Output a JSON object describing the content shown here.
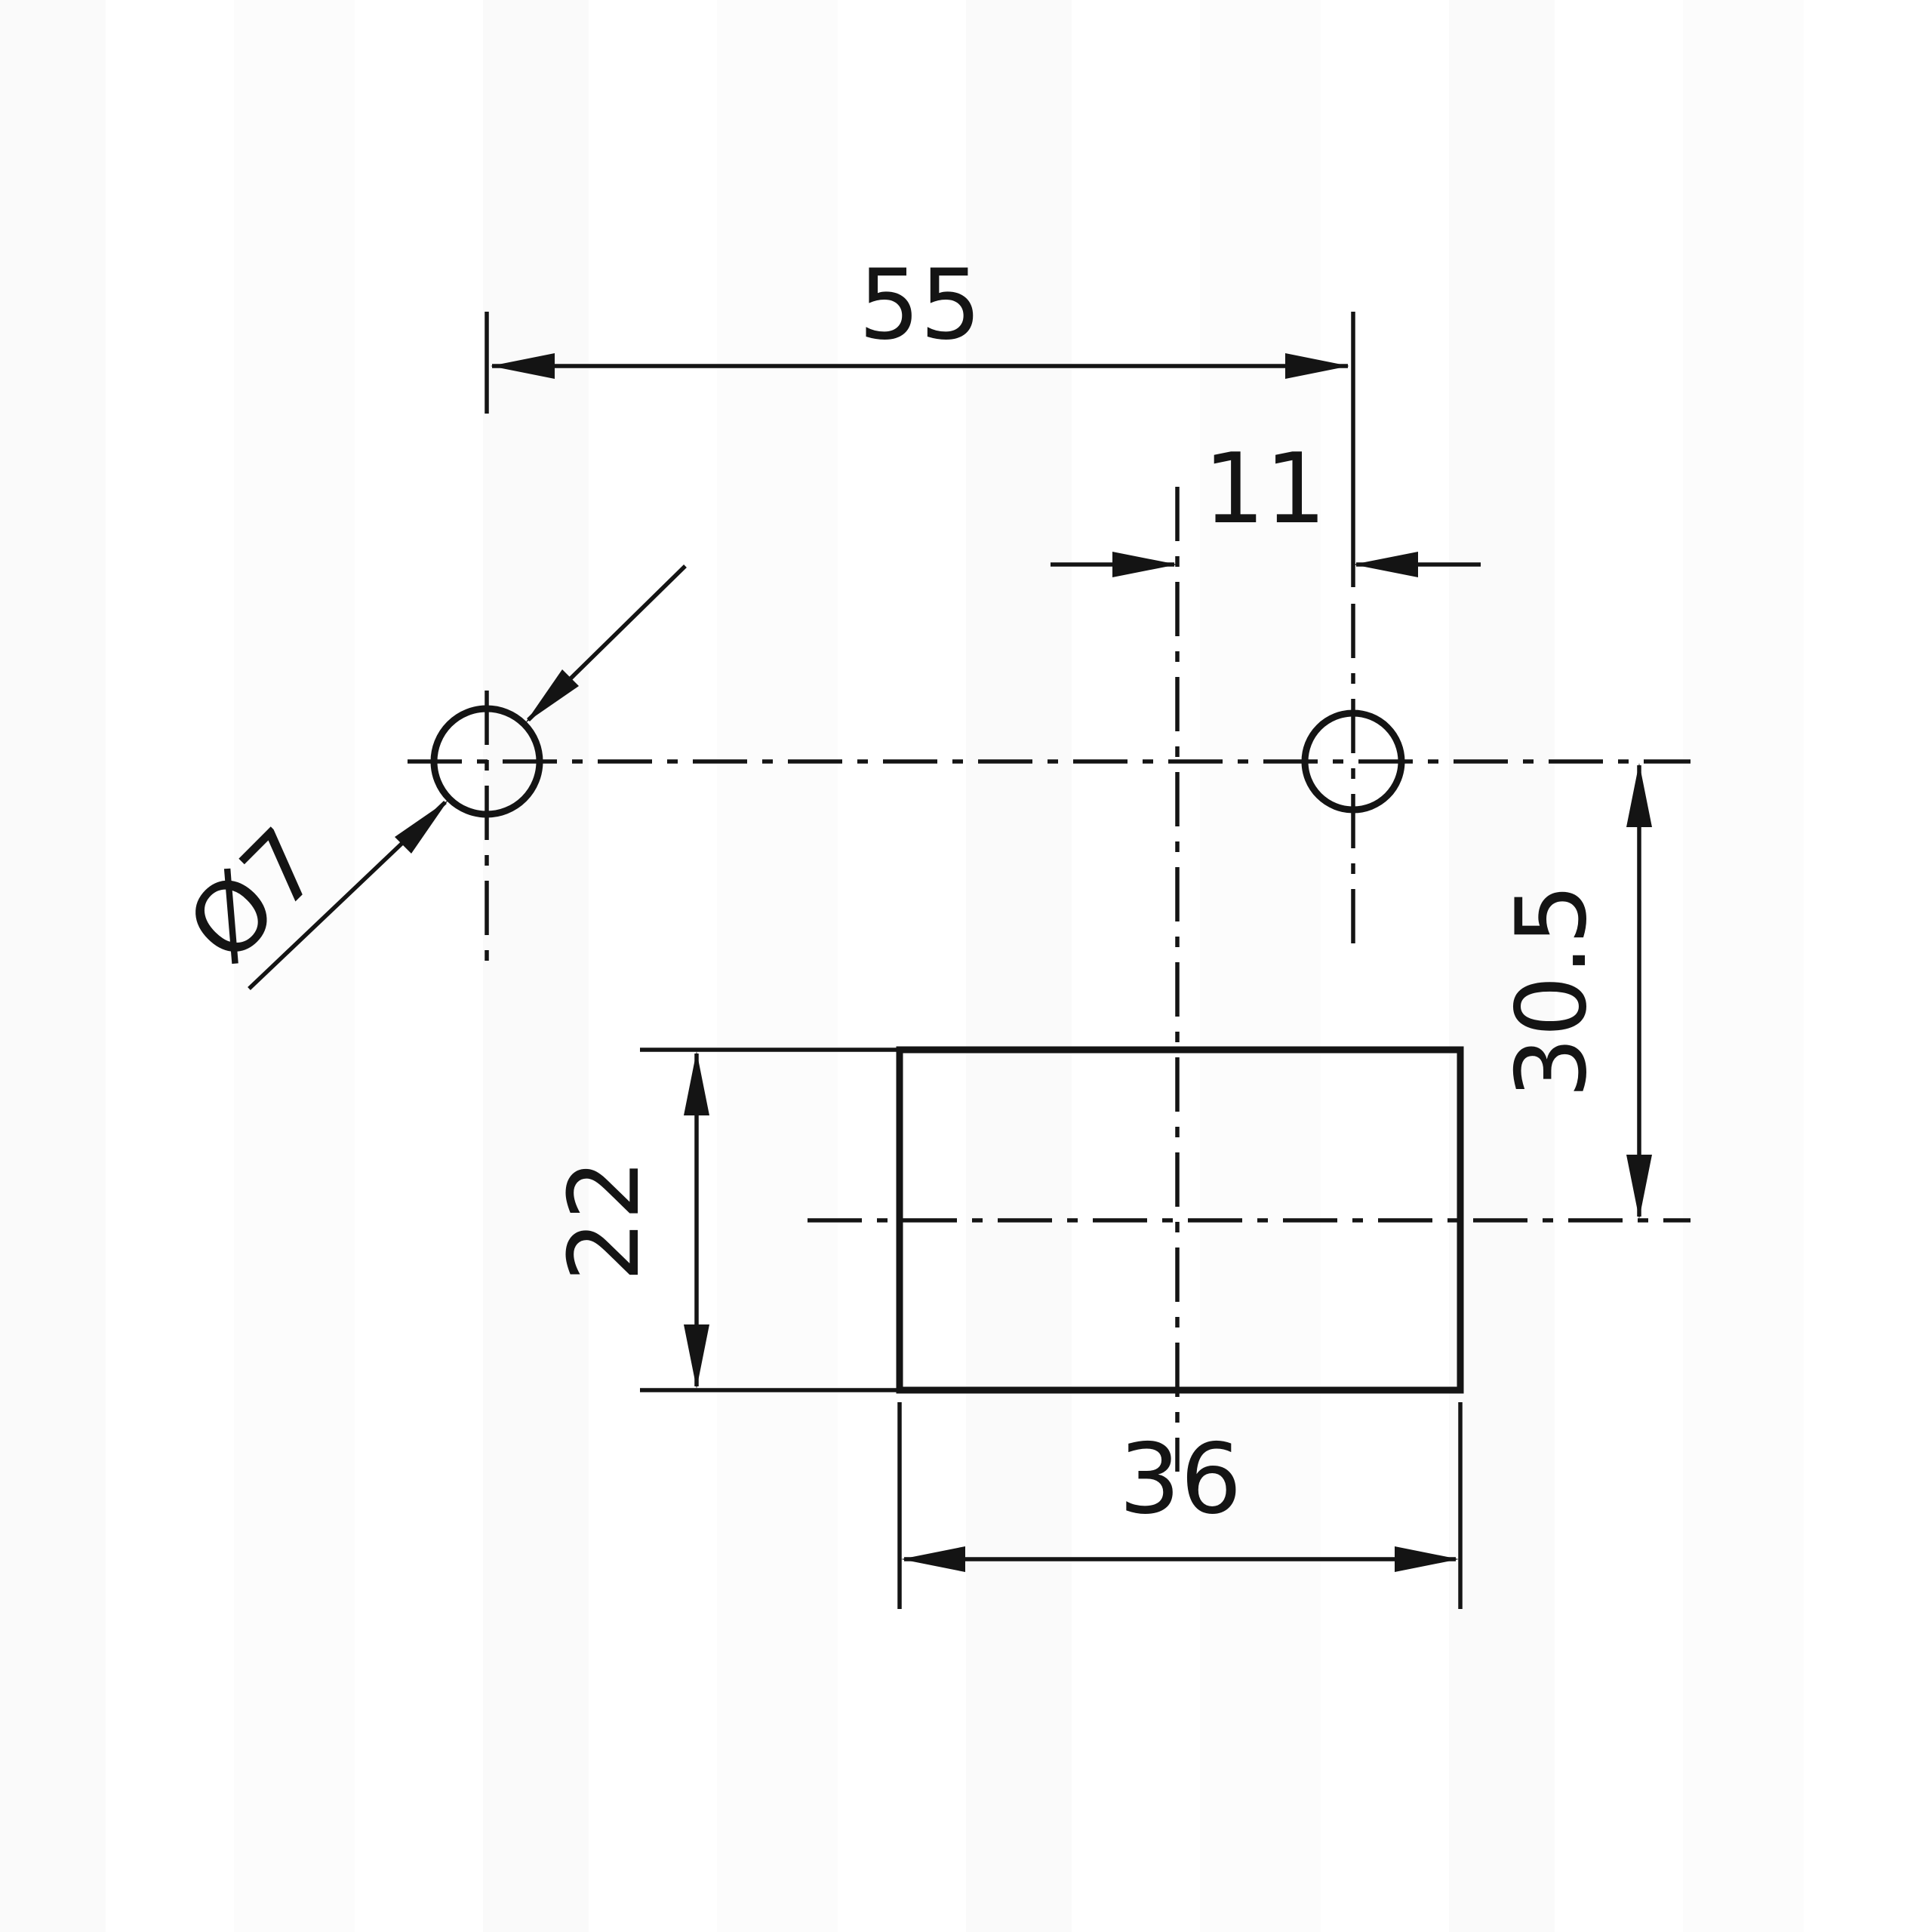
{
  "title": "Mounting hole drilling template drawing",
  "colors": {
    "line": "#141414",
    "background": "#ffffff"
  },
  "dimensions": {
    "hole_spacing": "55",
    "hole_to_center_offset": "11",
    "hole_diameter": "Ø7",
    "vertical_offset": "30.5",
    "cutout_height": "22",
    "cutout_width": "36"
  }
}
